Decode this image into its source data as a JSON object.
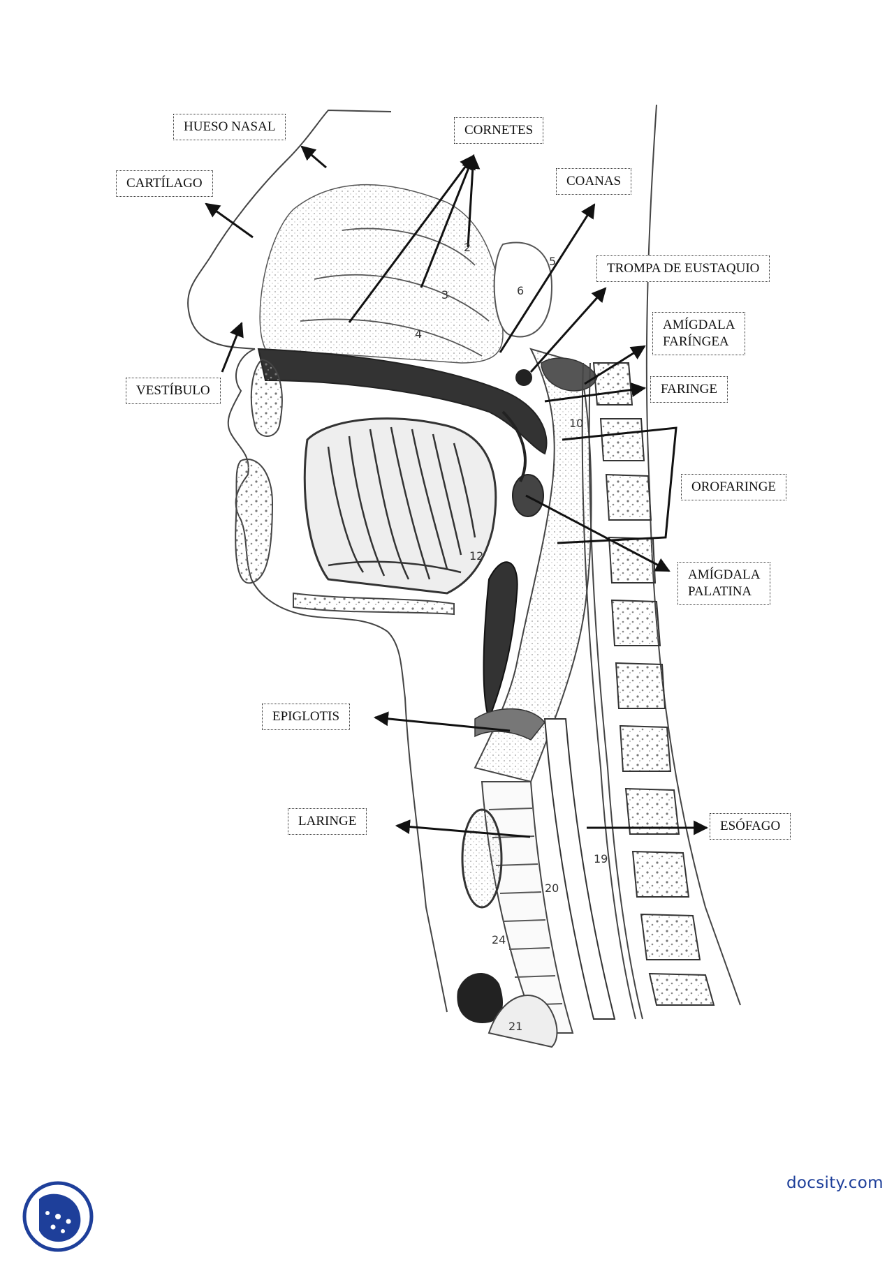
{
  "labels": {
    "hueso_nasal": "HUESO NASAL",
    "cartilago": "CARTÍLAGO",
    "cornetes": "CORNETES",
    "coanas": "COANAS",
    "trompa_eustaquio": "TROMPA DE EUSTAQUIO",
    "amigdala_faringea_1": "AMÍGDALA",
    "amigdala_faringea_2": "FARÍNGEA",
    "faringe": "FARINGE",
    "vestibulo": "VESTÍBULO",
    "orofaringe": "OROFARINGE",
    "amigdala_palatina_1": "AMÍGDALA",
    "amigdala_palatina_2": "PALATINA",
    "epiglotis": "EPIGLOTIS",
    "laringe": "LARINGE",
    "esofago": "ESÓFAGO"
  },
  "numbers": [
    "2",
    "3",
    "4",
    "5",
    "6",
    "10",
    "12",
    "19",
    "20",
    "24",
    "21"
  ],
  "brand": {
    "site": "docsity.com",
    "color": "#1e3f9a",
    "logo_icon": "docsity-logo-icon"
  }
}
